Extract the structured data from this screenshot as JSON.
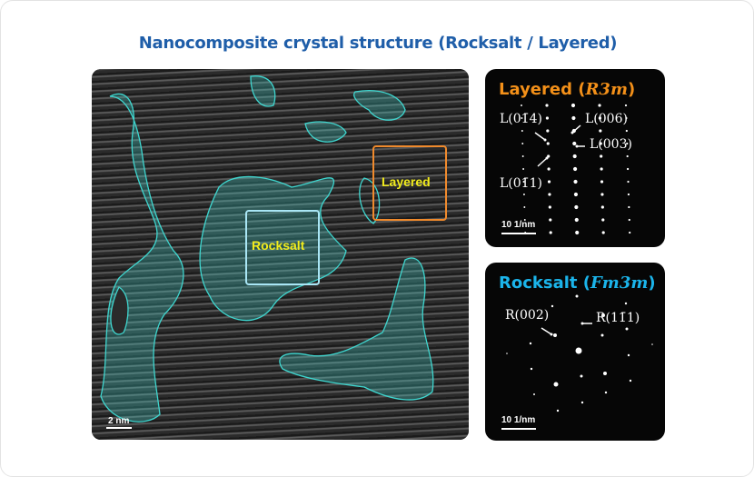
{
  "title": "Nanocomposite crystal structure (Rocksalt / Layered)",
  "main_image": {
    "rocksalt_label": "Rocksalt",
    "layered_label": "Layered",
    "scale_bar": "2 nm",
    "region_color": "#3fd6cf",
    "rocksalt_box_color": "#a9e6f5",
    "layered_box_color": "#f08a2c"
  },
  "layered_panel": {
    "title_prefix": "Layered (",
    "space_group": "R3m",
    "title_suffix": ")",
    "title_color": "#f39019",
    "indices": [
      "L(01̄4)",
      "L(006)",
      "L(003)",
      "L(01̄1)"
    ],
    "scale_bar": "10 1/nm"
  },
  "rocksalt_panel": {
    "title_prefix": "Rocksalt (",
    "space_group": "Fm3m",
    "title_suffix": ")",
    "title_color": "#1bb4ea",
    "indices": [
      "R(002)",
      "R(11̄1)"
    ],
    "scale_bar": "10 1/nm"
  }
}
